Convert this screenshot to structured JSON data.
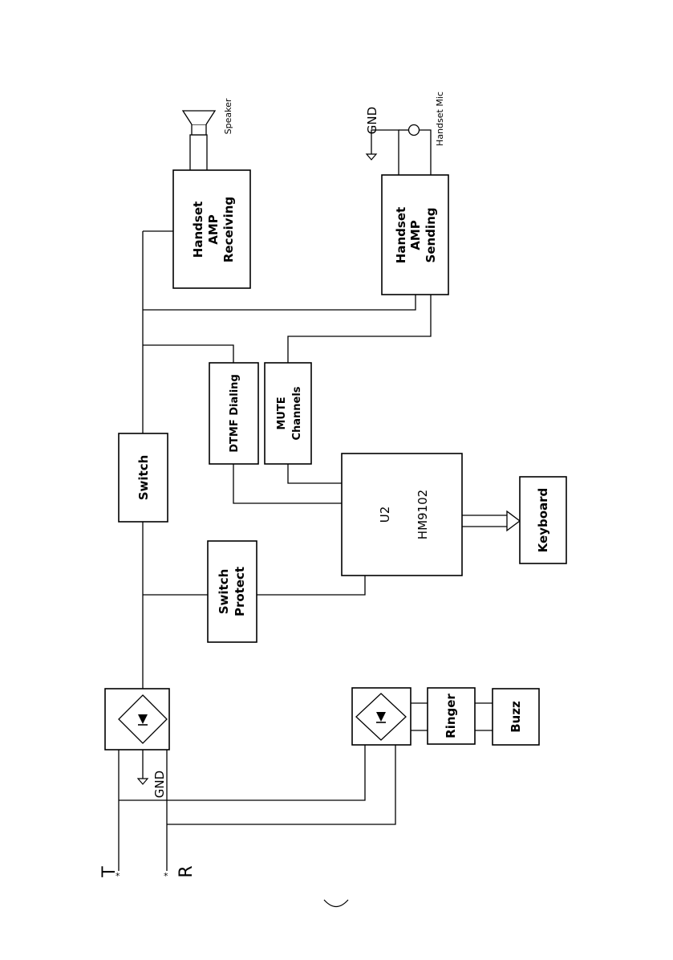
{
  "blocks": {
    "receiving": [
      "Handset",
      "AMP",
      "Receiving"
    ],
    "sending": [
      "Handset",
      "AMP",
      "Sending"
    ],
    "dtmf": "DTMF Dialing",
    "mute": [
      "MUTE",
      "Channels"
    ],
    "switch": "Switch",
    "switch_protect": [
      "Switch",
      "Protect"
    ],
    "u2": [
      "U2",
      "HM9102"
    ],
    "keyboard": "Keyboard",
    "ringer": "Ringer",
    "buzz": "Buzz"
  },
  "labels": {
    "speaker": "Speaker",
    "handset_mic": "Handset Mic",
    "gnd_top": "GND",
    "gnd_bottom": "GND",
    "tip": "T",
    "ring": "R"
  }
}
